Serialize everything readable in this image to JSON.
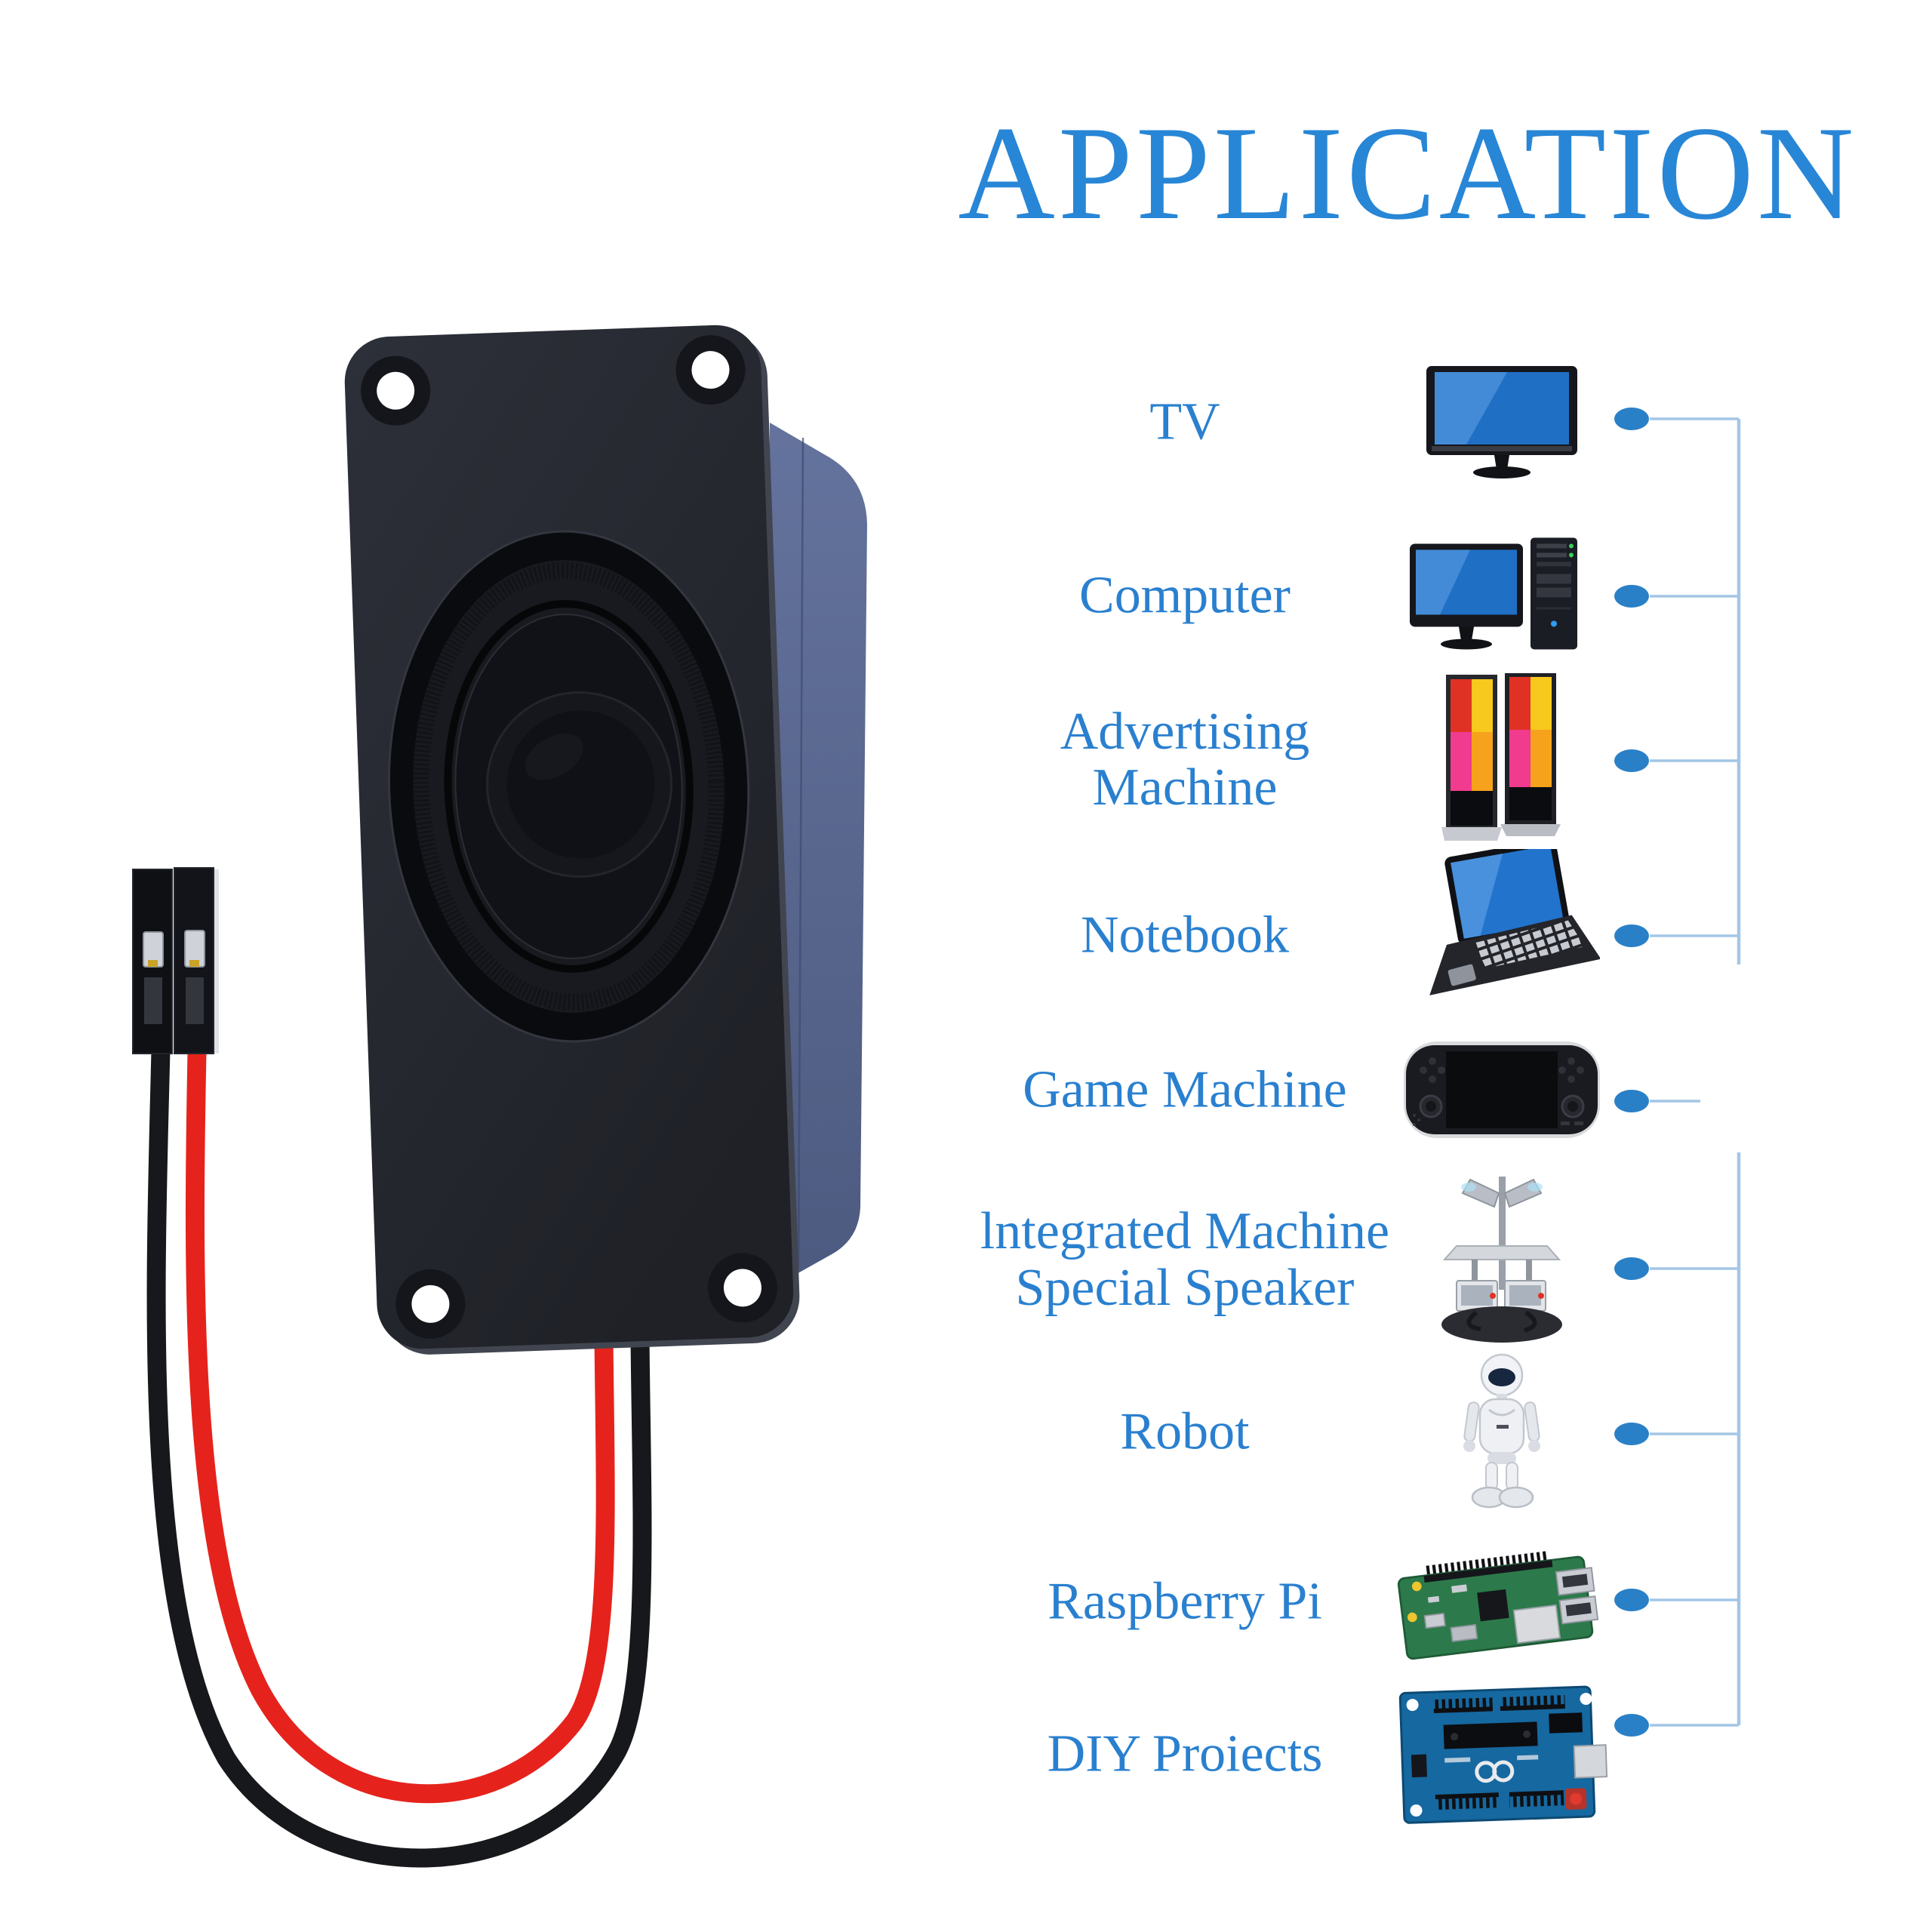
{
  "title": "APPLICATION",
  "palette": {
    "title_blue": "#2886d6",
    "label_blue": "#2a80cf",
    "connector_dot_blue": "#2a80c6",
    "connector_line_blue": "#a3c6e6",
    "wire_red": "#e5231c",
    "wire_black": "#17181b",
    "speaker_plate_black": "#25272e",
    "enclosure_blue_gray": "#5b6a92"
  },
  "applications": [
    {
      "label": "TV",
      "icon": "tv-icon"
    },
    {
      "label": "Computer",
      "icon": "desktop-computer-icon"
    },
    {
      "label": "Advertising\nMachine",
      "icon": "advertising-machine-icon"
    },
    {
      "label": "Notebook",
      "icon": "notebook-laptop-icon"
    },
    {
      "label": "Game Machine",
      "icon": "handheld-game-console-icon"
    },
    {
      "label": "lntegrated Machine\nSpecial Speaker",
      "icon": "integrated-machine-icon"
    },
    {
      "label": "Robot",
      "icon": "robot-icon"
    },
    {
      "label": "Raspberry Pi",
      "icon": "raspberry-pi-board-icon"
    },
    {
      "label": "DIY Proiects",
      "icon": "arduino-board-icon"
    }
  ],
  "product_photo": {
    "subject": "black oval speaker driver on rectangular mounting plate with rear enclosure and red and black lead wires ending in a 2-pin connector"
  }
}
